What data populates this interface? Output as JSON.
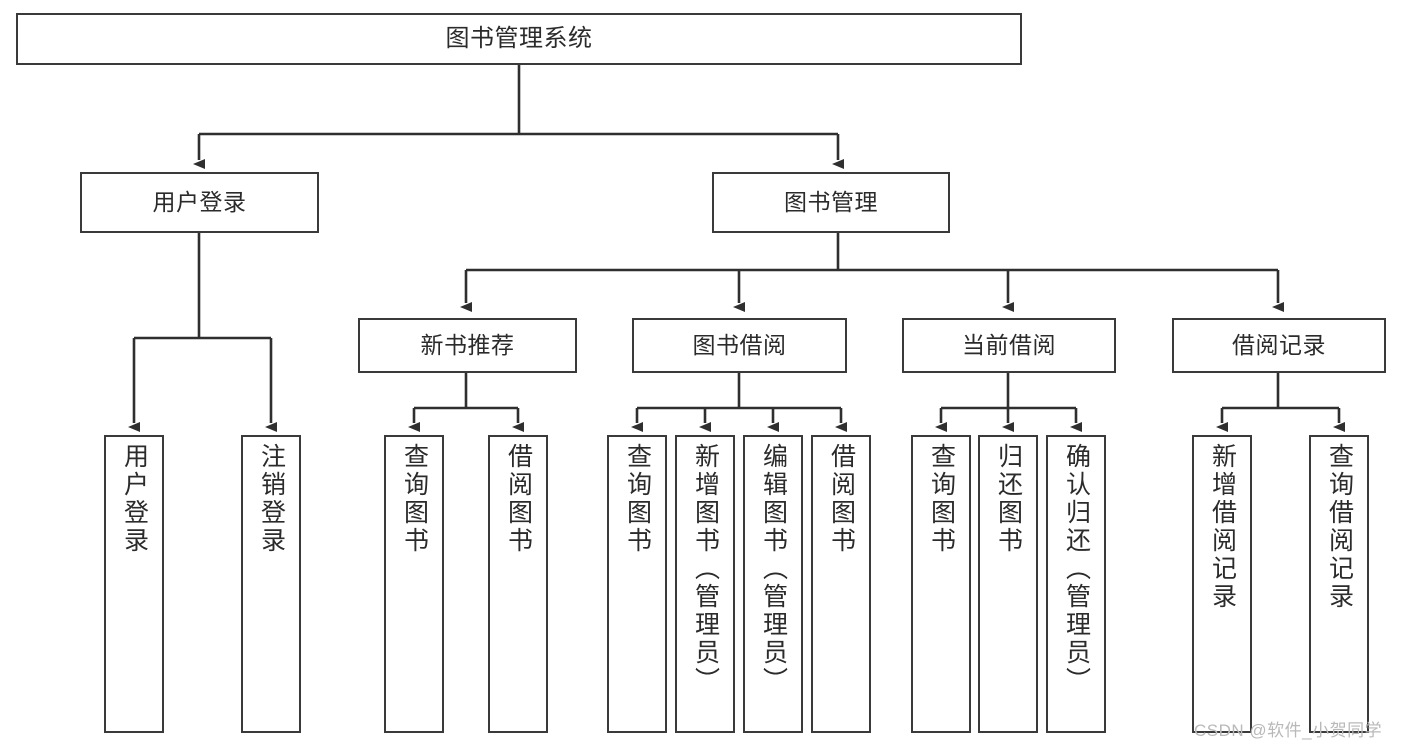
{
  "diagram": {
    "title": "图书管理系统",
    "type": "tree-hierarchy-chart",
    "colors": {
      "box_border": "#3a3a3a",
      "box_fill": "#ffffff",
      "edge": "#2f2f2f",
      "text": "#2b2b2b",
      "watermark": "#b9b9b9",
      "background": "#ffffff"
    },
    "root": {
      "label": "图书管理系统"
    },
    "level2": [
      {
        "label": "用户登录"
      },
      {
        "label": "图书管理"
      }
    ],
    "level3": [
      {
        "label": "新书推荐"
      },
      {
        "label": "图书借阅"
      },
      {
        "label": "当前借阅"
      },
      {
        "label": "借阅记录"
      }
    ],
    "leaves": {
      "user_login": [
        {
          "label": "用户登录"
        },
        {
          "label": "注销登录"
        }
      ],
      "new_book_recommend": [
        {
          "label": "查询图书"
        },
        {
          "label": "借阅图书"
        }
      ],
      "book_borrow": [
        {
          "label": "查询图书"
        },
        {
          "label": "新增图书（管理员）"
        },
        {
          "label": "编辑图书（管理员）"
        },
        {
          "label": "借阅图书"
        }
      ],
      "current_borrow": [
        {
          "label": "查询图书"
        },
        {
          "label": "归还图书"
        },
        {
          "label": "确认归还（管理员）"
        }
      ],
      "borrow_record": [
        {
          "label": "新增借阅记录"
        },
        {
          "label": "查询借阅记录"
        }
      ]
    }
  },
  "watermark": {
    "text": "CSDN @软件_小贺同学"
  }
}
